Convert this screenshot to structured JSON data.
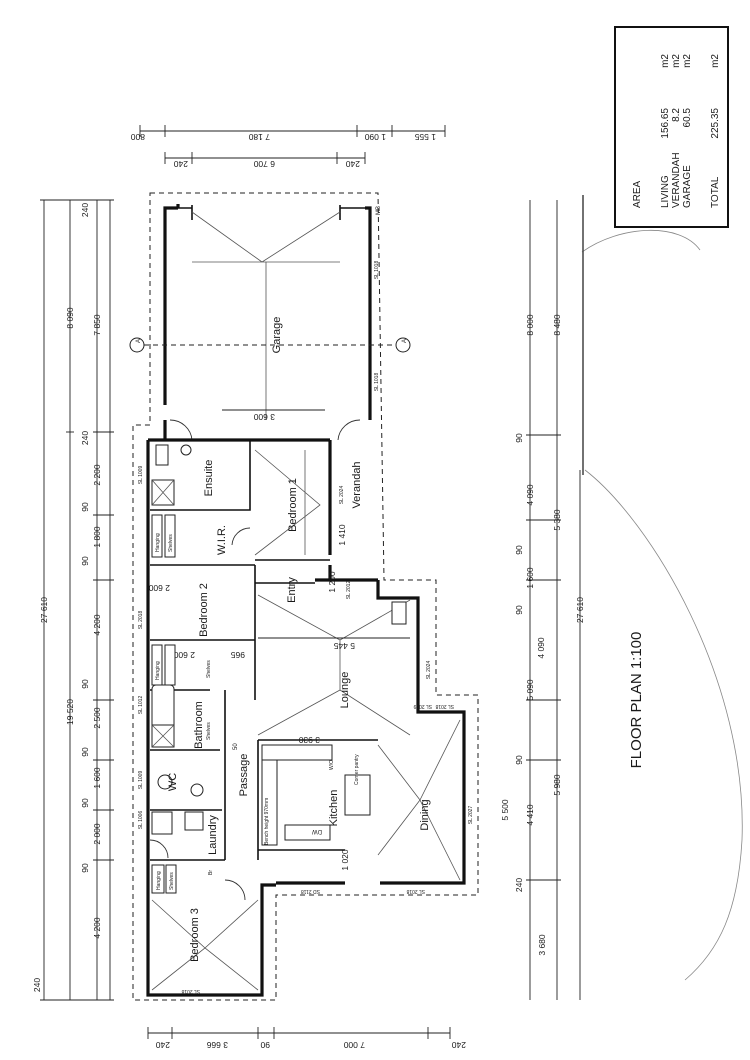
{
  "area_table": {
    "heading": "AREA",
    "rows": [
      {
        "label": "LIVING",
        "value": "156.65",
        "unit": "m2"
      },
      {
        "label": "VERANDAH",
        "value": "8.2",
        "unit": "m2"
      },
      {
        "label": "GARAGE",
        "value": "60.5",
        "unit": "m2"
      }
    ],
    "total": {
      "label": "TOTAL",
      "value": "225.35",
      "unit": "m2"
    }
  },
  "title": "FLOOR PLAN 1:100",
  "rooms": {
    "garage": "Garage",
    "bedroom1": "Bedroom 1",
    "bedroom2": "Bedroom 2",
    "bedroom3": "Bedroom 3",
    "ensuite": "Ensuite",
    "wir": "W.I.R.",
    "entry": "Entry",
    "verandah": "Verandah",
    "lounge": "Lounge",
    "dining": "Dining",
    "kitchen": "Kitchen",
    "bathroom": "Bathroom",
    "wc": "WC",
    "passage": "Passage",
    "laundry": "Laundry"
  },
  "section_marker": "A",
  "fixtures": {
    "hanging": "Hanging",
    "shelves": "Shelves",
    "dw": "DW",
    "wo": "W/O",
    "bench": "Bench height 970mm",
    "pantry": "Corner pantry",
    "br": "Br",
    "ps": "50",
    "mb": "MB"
  },
  "windows": [
    "SL 1018",
    "SL 1018",
    "SL 1009",
    "SL 2018",
    "SL 1012",
    "SL 1009",
    "SL 1006",
    "SL 2018",
    "SL 2012",
    "SL 2024",
    "SL 2024",
    "SL 2018",
    "SL 2009",
    "SL 2027",
    "SL 2018",
    "SD 2118"
  ],
  "dims": {
    "top_outer": [
      "800",
      "7 180",
      "1 090",
      "1 555"
    ],
    "top_inner": [
      "240",
      "6 700",
      "240"
    ],
    "left1_total": "27 610",
    "left1": [
      "240",
      "8 090",
      "240",
      "2 200",
      "90",
      "1 800",
      "90",
      "4 200",
      "90",
      "2 500",
      "90",
      "1 600",
      "90",
      "2 000",
      "90",
      "4 200",
      "240"
    ],
    "left2_total": "19 520",
    "left2": [
      "7 850"
    ],
    "right_outer_total": "27 610",
    "right_outer": [
      "8 480",
      "5 380",
      "5 980",
      "3 680"
    ],
    "right_inner": [
      "8 000",
      "90",
      "4 090",
      "90",
      "1 600",
      "90",
      "4 090",
      "5 090",
      "90",
      "4 410",
      "5 500",
      "240"
    ],
    "bottom": [
      "240",
      "3 666",
      "90",
      "7 000",
      "240"
    ],
    "garage_w": "3 600",
    "bed2_top": "2 600",
    "bed2_bot": "2 600",
    "lounge": "5 445",
    "kitchen": "3 930",
    "dining": "1 020",
    "entry": "1 200",
    "ver": "1 410",
    "d965": "965"
  }
}
